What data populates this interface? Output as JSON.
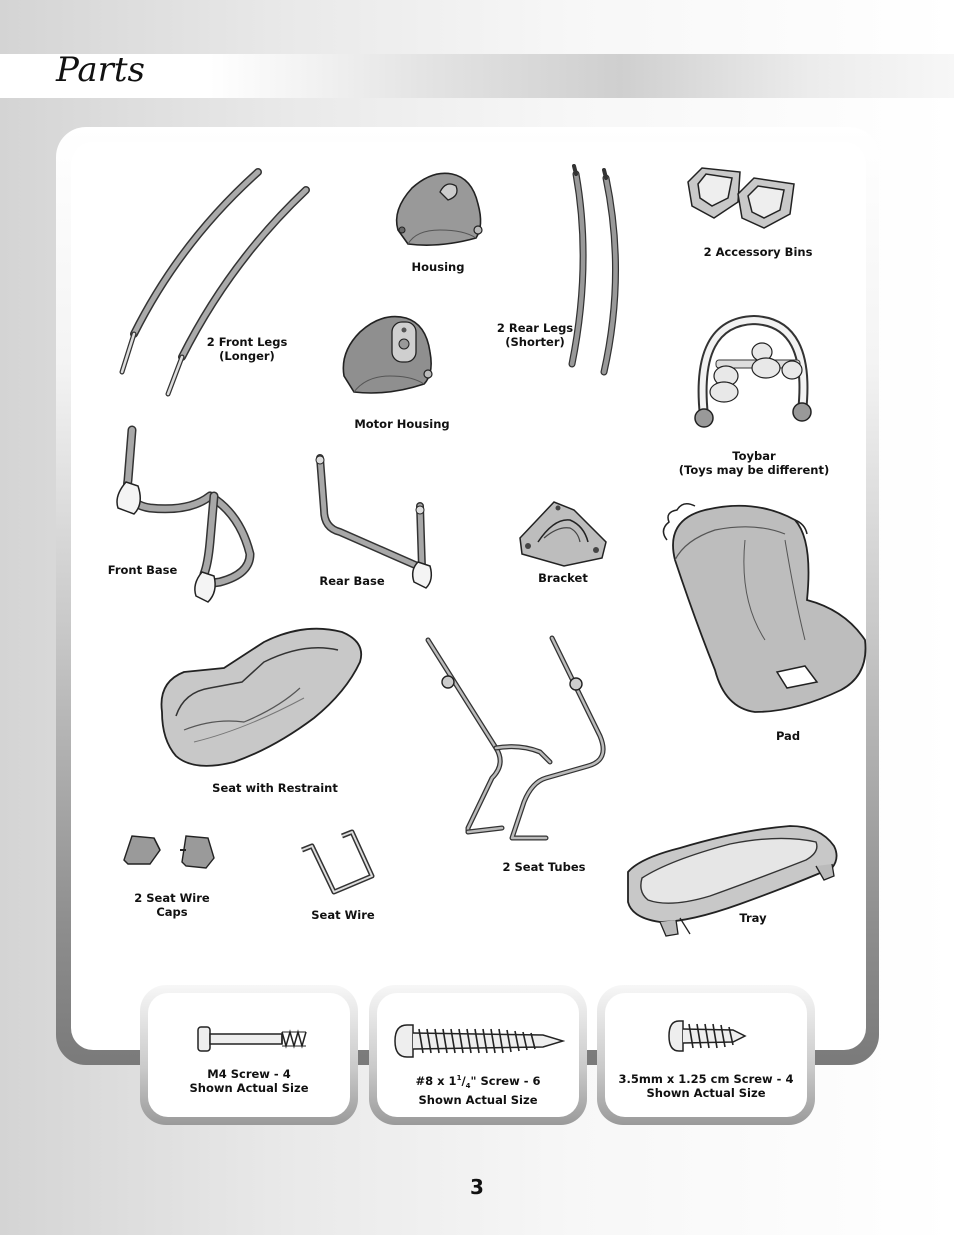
{
  "page": {
    "title": "Parts",
    "number": "3"
  },
  "parts": {
    "front_legs": {
      "line1": "2 Front Legs",
      "line2": "(Longer)"
    },
    "housing": "Housing",
    "rear_legs": {
      "line1": "2 Rear Legs",
      "line2": "(Shorter)"
    },
    "accessory_bins": "2 Accessory Bins",
    "motor_housing": "Motor Housing",
    "toybar": {
      "line1": "Toybar",
      "line2": "(Toys may be different)"
    },
    "front_base": "Front Base",
    "rear_base": "Rear Base",
    "bracket": "Bracket",
    "pad": "Pad",
    "seat": "Seat with Restraint",
    "seat_wire_caps": {
      "line1": "2 Seat Wire",
      "line2": "Caps"
    },
    "seat_wire": "Seat Wire",
    "seat_tubes": "2 Seat Tubes",
    "tray": "Tray"
  },
  "screws": [
    {
      "line1": "M4 Screw - 4",
      "line2": "Shown Actual Size"
    },
    {
      "line1_pre": "#8 x 1",
      "line1_sup": "1",
      "line1_sub": "4",
      "line1_post": "\" Screw - 6",
      "line2": "Shown Actual Size"
    },
    {
      "line1": "3.5mm x 1.25 cm Screw - 4",
      "line2": "Shown Actual Size"
    }
  ]
}
